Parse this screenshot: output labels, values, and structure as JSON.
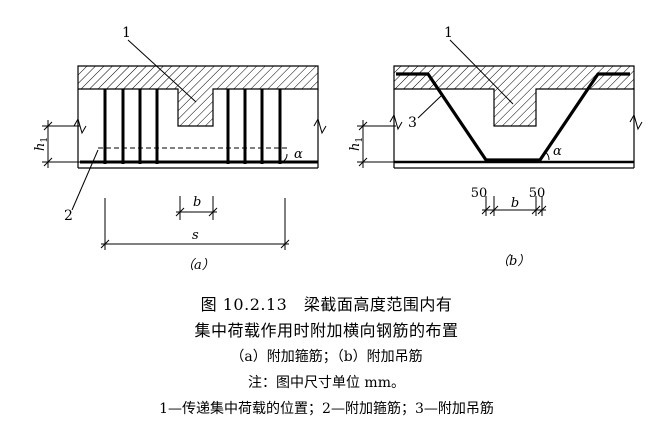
{
  "figure": {
    "panel_a": {
      "label_1": "1",
      "label_2": "2",
      "dim_h": "h",
      "dim_h_sub": "1",
      "angle": "α",
      "dim_b": "b",
      "dim_s": "s",
      "caption": "（a）"
    },
    "panel_b": {
      "label_1": "1",
      "label_3": "3",
      "dim_h": "h",
      "dim_h_sub": "1",
      "angle": "α",
      "dim_50_left": "50",
      "dim_b": "b",
      "dim_50_right": "50",
      "caption": "（b）"
    }
  },
  "caption": {
    "title_line1": "图 10.2.13　梁截面高度范围内有",
    "title_line2": "集中荷载作用时附加横向钢筋的布置",
    "subtitle": "（a）附加箍筋；（b）附加吊筋",
    "note": "注：图中尺寸单位 mm。",
    "legend": "1—传递集中荷载的位置；2—附加箍筋；3—附加吊筋"
  }
}
